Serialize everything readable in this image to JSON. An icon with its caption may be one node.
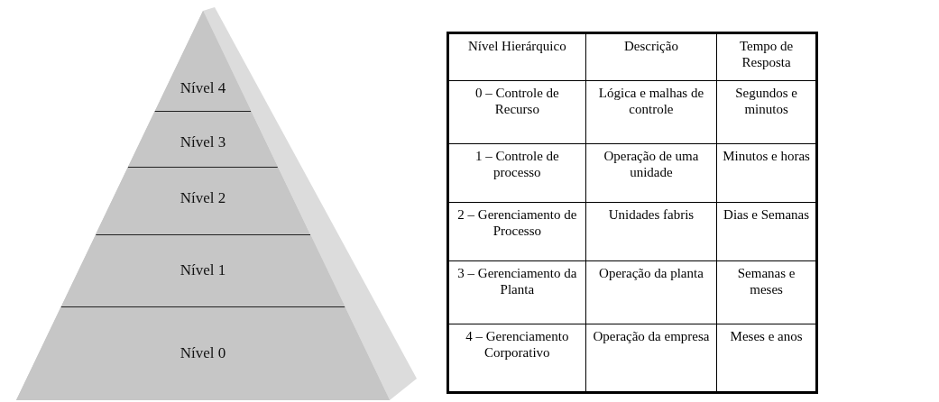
{
  "diagram": {
    "nodes": [
      {
        "text": [
          "Nível 4"
        ]
      },
      {
        "text": [
          "Nível 3"
        ]
      },
      {
        "text": [
          "Nível 2"
        ]
      },
      {
        "text": [
          "Nível 1"
        ]
      },
      {
        "text": [
          "Nível 0"
        ]
      }
    ],
    "labels": [
      "Nível Hierárquico",
      "Descrição",
      "Tempo de Resposta",
      "0 – Controle de Recurso",
      "Lógica e malhas de controle",
      "Segundos e minutos",
      "1 – Controle de processo",
      "Operação de uma unidade",
      "Minutos e horas",
      "2 – Gerenciamento de Processo",
      "Unidades fabris",
      "Dias e Semanas",
      "3 – Gerenciamento da Planta",
      "Operação da planta",
      "Semanas e meses",
      "4 – Gerenciamento Corporativo",
      "Operação da empresa",
      "Meses e anos"
    ]
  }
}
